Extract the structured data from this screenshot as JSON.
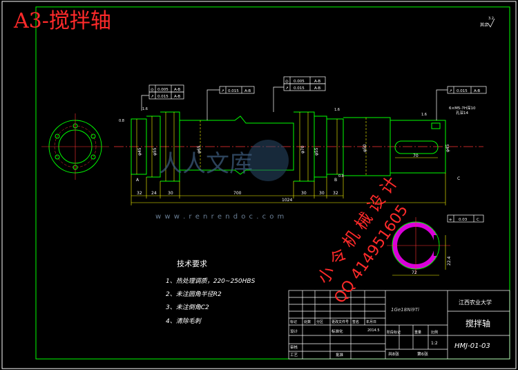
{
  "header": {
    "title": "A3-搅拌轴"
  },
  "surface_roughness": {
    "note": "其余",
    "value": "3.2"
  },
  "tolerances": {
    "frame_1": {
      "symbol": "◎",
      "value": "0.005",
      "datum": "A-B"
    },
    "frame_2": {
      "symbol": "↗",
      "value": "0.015",
      "datum": "A-B"
    },
    "frame_3": {
      "symbol": "◎",
      "value": "0.005",
      "datum": "A-B"
    },
    "frame_4": {
      "symbol": "↗",
      "value": "0.015",
      "datum": "A-B"
    },
    "frame_5": {
      "symbol": "↗",
      "value": "0.015",
      "datum": "A-B"
    },
    "frame_6": {
      "symbol": "⌯",
      "value": "0.03",
      "datum": "C"
    }
  },
  "dimensions": {
    "d1": "32",
    "d2": "24",
    "d3": "30",
    "d4": "700",
    "d5": "30",
    "d6": "30",
    "d7": "32",
    "overall": "1024",
    "keyway": "70",
    "section_width": "72",
    "section_depth": "22.4",
    "thread_note_1": "6×M5-7H深10",
    "thread_note_2": "孔深14"
  },
  "diameters": [
    "φ45",
    "φ55",
    "φ65",
    "φ70",
    "φ55",
    "φ50",
    "φ45"
  ],
  "roughness_marks": [
    "1.6",
    "1.6",
    "1.6",
    "0.8",
    "0.8"
  ],
  "datum_labels": [
    "A",
    "B",
    "C"
  ],
  "watermark": {
    "site": "w w w . r e n r e n d o c . c o m",
    "logo_text": "人人文库",
    "red_line1": "小 令 机 械 设 计",
    "red_line2": "QQ 414951605"
  },
  "tech_requirements": {
    "title": "技术要求",
    "items": [
      "1、热处理调质，220~250HBS",
      "2、未注圆角半径R2",
      "3、未注倒角C2",
      "4、清除毛刺"
    ]
  },
  "title_block": {
    "material": "1Ge18Ni9Ti",
    "school": "江西农业大学",
    "part_name": "搅拌轴",
    "drawing_no": "HMJ-01-03",
    "scale": "1:2",
    "sheets": "共8张",
    "sheet_no": "第6张",
    "row_headers": [
      "标记",
      "处数",
      "分区",
      "更改文件号",
      "签名",
      "年月日"
    ],
    "col_headers": [
      "阶段标记",
      "重量",
      "比例"
    ],
    "sign_rows": [
      "设计",
      "审核",
      "工艺"
    ],
    "sign_label_2": "标准化",
    "approve": "批准",
    "date": "2014.5"
  },
  "colors": {
    "outline": "#00ff00",
    "frame": "#ffffff",
    "dim": "#ffff00",
    "center": "#ff3333",
    "hatch": "#ff00ff",
    "title_red": "#ff2a2a"
  }
}
